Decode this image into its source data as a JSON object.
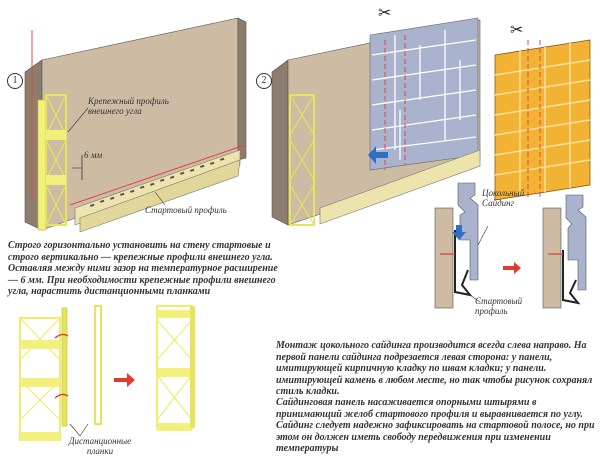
{
  "step1": {
    "number": "1",
    "corner_profile_label": "Крепежный профиль внешнего угла",
    "gap_label": "6 мм",
    "starter_label": "Стартовый профиль",
    "instruction": "Строго горизонтально установить на стену стартовые и строго вертикально — крепежные профили внешнего угла. Оставляя между ними зазор на температурное расширение — 6 мм. При необходимости крепежные профили внешнего угла, нарастить дистанционными планками"
  },
  "step2": {
    "number": "2",
    "siding_label": "Цокольный Сайдинг",
    "starter_label": "Стартовый профиль",
    "instruction_1": "Монтаж цокольного сайдинга производится всегда слева направо. На первой панели сайдинга подрезается левая сторона: у панели, имитирующей кирпичную кладку по швам кладки; у панели. имитирующей камень в любом месте, но так чтобы рисунок сохранял стиль кладки.",
    "instruction_2": "Сайдинговая панель насаживается опорными штырями в принимающий желоб стартового профиля и выравнивается по углу. Сайдинг следует надежно зафиксировать на стартовой полосе, но при этом он должен иметь свободу передвижения при изменении температуры"
  },
  "spacers": {
    "label": "Дистанционные планки"
  },
  "colors": {
    "wall": "#cdbba3",
    "corner": "#8d7d6c",
    "profile": "#f1f07a",
    "starter": "#ece3ad",
    "stone": "#a9b3cd",
    "brick": "#f2b335",
    "arrow": "#e43a2d",
    "down_arrow": "#2f6fc2",
    "line": "#e04848"
  }
}
